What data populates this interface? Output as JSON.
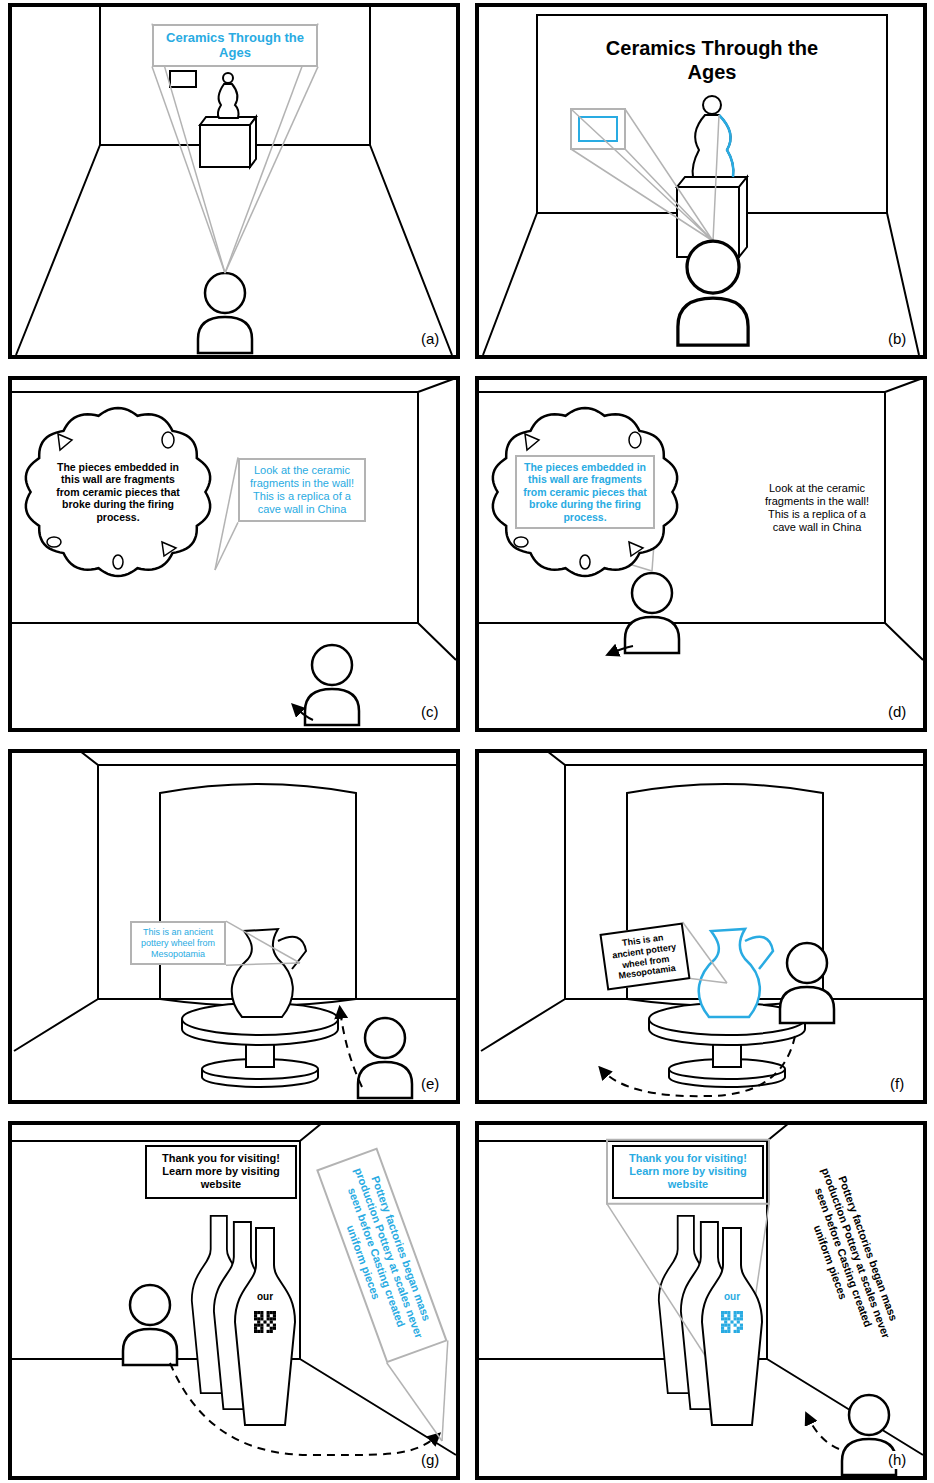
{
  "diagram": {
    "nodes": [
      {
        "text": [
          "The pieces embedded in this wall are fragments from ceramic pieces that broke during the firing process."
        ]
      },
      {
        "text": [
          "The pieces embedded in this wall are fragments from ceramic pieces that broke during the firing process."
        ]
      },
      {
        "text": [
          "This is an ancient pottery wheel from Mesopotamia"
        ]
      },
      {
        "text": [
          "Thank you for visiting! Learn more by visiting website"
        ]
      },
      {
        "text": [
          "our"
        ]
      },
      {
        "text": [
          "Thank you for visiting! Learn more by visiting website"
        ]
      },
      {
        "text": [
          "our"
        ]
      }
    ],
    "labels": [
      "(a)",
      "(b)",
      "(c)",
      "(d)",
      "(e)",
      "(f)",
      "(g)",
      "(h)",
      "Ceramics Through the Ages",
      "Ceramics Through the Ages",
      "Look at the ceramic fragments in the wall! This is a replica of a cave wall in China",
      "Look at the ceramic fragments in the wall! This is a replica of a cave wall in China",
      "This is an ancient pottery wheel from Mesopotamia",
      "Pottery factories began mass production Pottery at scales never seen before Casting created uniform pieces",
      "Pottery factories began mass production Pottery at scales never seen before Casting created uniform pieces"
    ]
  }
}
